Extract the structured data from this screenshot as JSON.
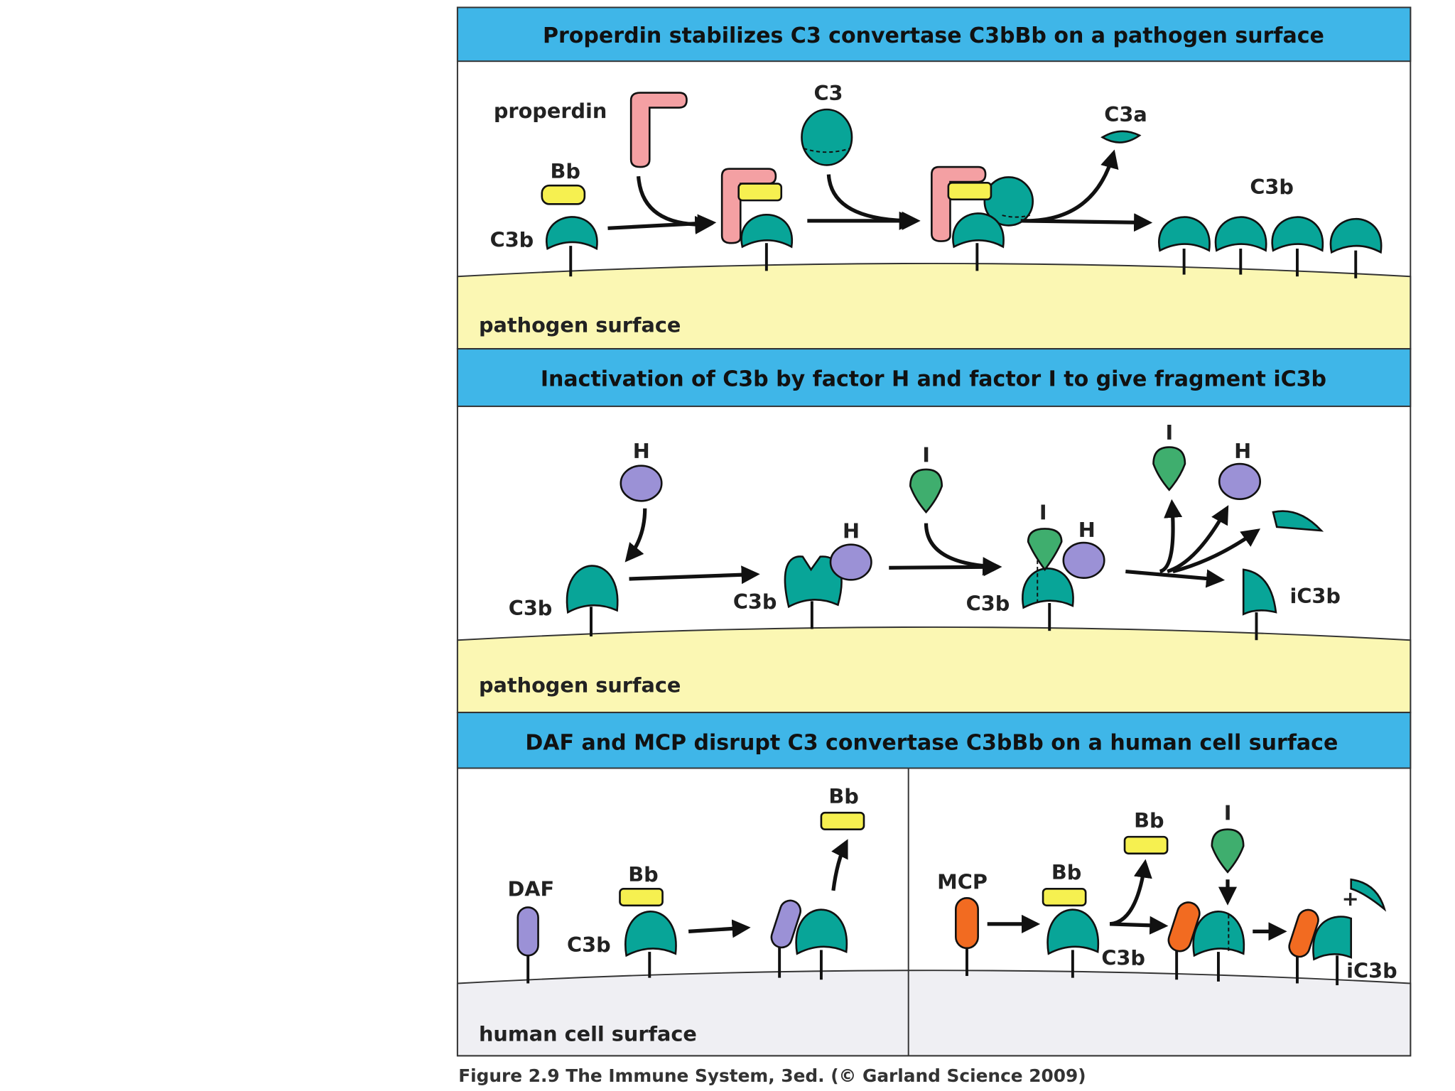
{
  "colors": {
    "banner": "#3fb6e8",
    "pathogen_surface": "#fbf7b3",
    "human_surface": "#efeff3",
    "c3b": "#08a598",
    "bb": "#f6f050",
    "properdin": "#f4a0a3",
    "factor_h": "#9b91d6",
    "factor_i": "#3fae6e",
    "daf": "#9b91d6",
    "mcp": "#f26b21"
  },
  "panels": [
    {
      "title": "Properdin stabilizes C3 convertase C3bBb on a pathogen surface",
      "surface_label": "pathogen surface",
      "labels": {
        "properdin": "properdin",
        "bb": "Bb",
        "c3b_left": "C3b",
        "c3": "C3",
        "c3a": "C3a",
        "c3b_right": "C3b"
      }
    },
    {
      "title": "Inactivation of C3b by factor H and factor I to give fragment iC3b",
      "surface_label": "pathogen surface",
      "labels": {
        "h1": "H",
        "c3b_1": "C3b",
        "h2": "H",
        "c3b_2": "C3b",
        "i1": "I",
        "i2": "I",
        "h3": "H",
        "c3b_3": "C3b",
        "i3": "I",
        "h4": "H",
        "ic3b": "iC3b"
      }
    },
    {
      "title": "DAF and MCP disrupt C3 convertase C3bBb on a human cell surface",
      "surface_label": "human cell surface",
      "labels": {
        "daf": "DAF",
        "bb1": "Bb",
        "c3b1": "C3b",
        "bb2": "Bb",
        "mcp": "MCP",
        "bb3": "Bb",
        "bb4": "Bb",
        "i": "I",
        "c3b2": "C3b",
        "plus": "+",
        "ic3b": "iC3b"
      }
    }
  ],
  "caption": "Figure 2.9  The Immune System, 3ed. (© Garland Science 2009)"
}
